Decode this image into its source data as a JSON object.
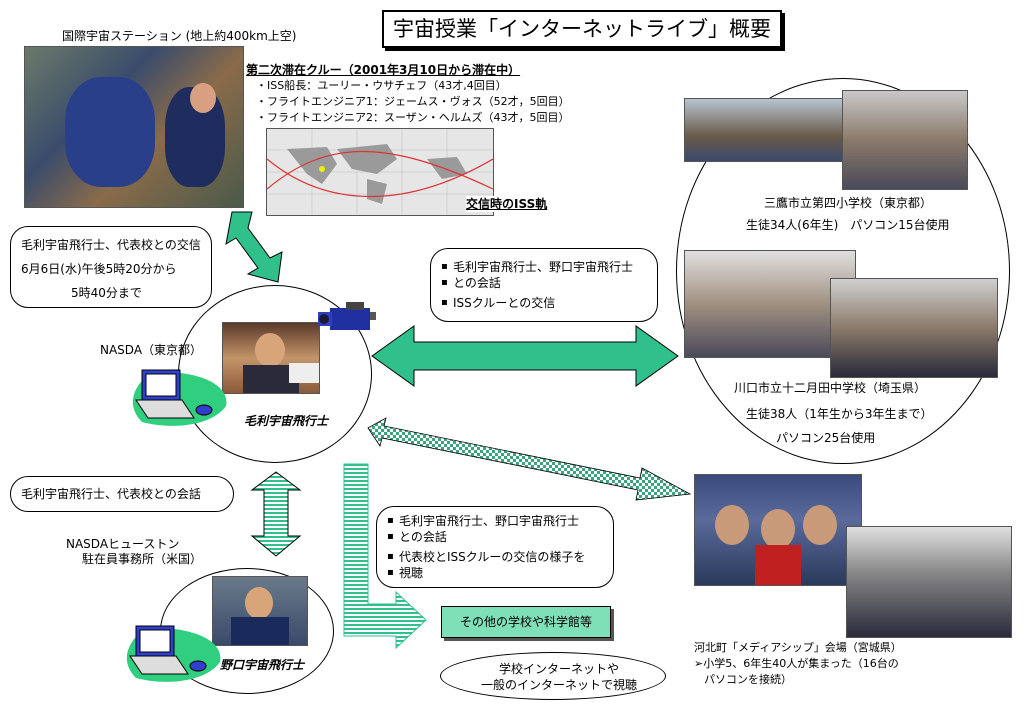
{
  "title": "宇宙授業「インターネットライブ」概要",
  "iss": {
    "caption": "国際宇宙ステーション (地上約400km上空)",
    "crew_heading": "第二次滞在クルー（2001年3月10日から滞在中）",
    "crew": [
      "・ISS船長：ユーリー・ウサチェフ（43才,4回目）",
      "・フライトエンジニア1：ジェームス・ヴォス（52才，5回目）",
      "・フライトエンジニア2：スーザン・ヘルムズ（43才，5回目）"
    ],
    "orbit_label": "交信時のISS軌"
  },
  "callouts": {
    "mouri_exchange": [
      "毛利宇宙飛行士、代表校との交信",
      "6月6日(水)午後5時20分から",
      "5時40分まで"
    ],
    "center_top": [
      "毛利宇宙飛行士、野口宇宙飛行士",
      "との会話",
      "ISSクルーとの交信"
    ],
    "mouri_talk": "毛利宇宙飛行士、代表校との会話",
    "center_bottom": [
      "毛利宇宙飛行士、野口宇宙飛行士",
      "との会話",
      "代表校とISSクルーの交信の様子を",
      "視聴"
    ],
    "internet": [
      "学校インターネットや",
      "一般のインターネットで視聴"
    ]
  },
  "nasda": {
    "tokyo_label": "NASDA（東京都）",
    "mouri_name": "毛利宇宙飛行士",
    "houston_label": [
      "NASDAヒューストン",
      "駐在員事務所（米国）"
    ],
    "noguchi_name": "野口宇宙飛行士"
  },
  "schools": {
    "mitaka": [
      "三鷹市立第四小学校（東京都）",
      "生徒34人(6年生)　パソコン15台使用"
    ],
    "kawaguchi": [
      "川口市立十二月田中学校（埼玉県）",
      "生徒38人（1年生から3年生まで）",
      "パソコン25台使用"
    ],
    "kahoku": [
      "河北町「メディアシップ」会場（宮城県）",
      "➢小学5、6年生40人が集まった（16台の",
      "パソコンを接続）"
    ]
  },
  "other_label": "その他の学校や科学館等",
  "colors": {
    "arrow_green": "#2fc08c",
    "box_green": "#7fe0b8",
    "checker": "#3aa57a"
  }
}
